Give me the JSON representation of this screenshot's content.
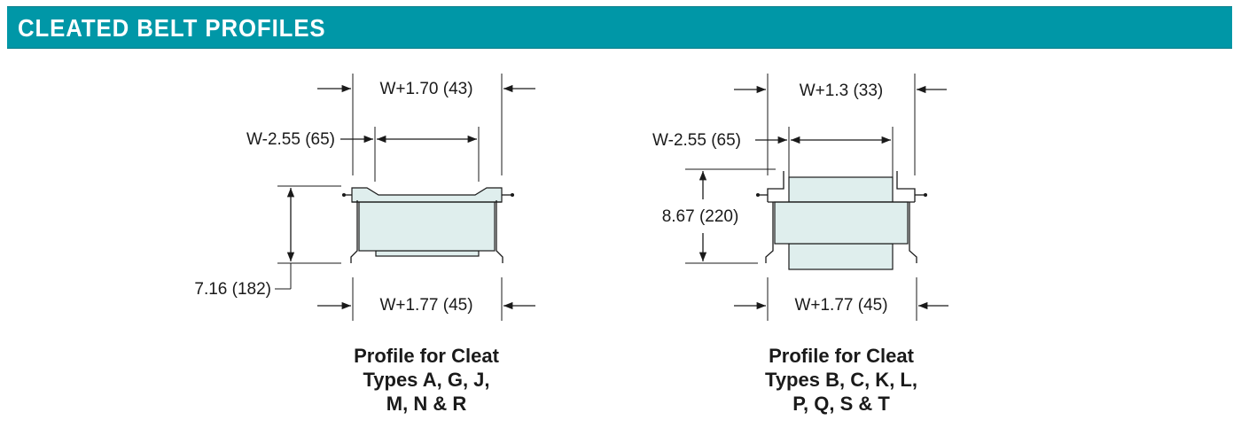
{
  "header": {
    "title": "CLEATED BELT PROFILES",
    "color": "#0097a7"
  },
  "left_profile": {
    "top_width": "W+1.70 (43)",
    "inner_width": "W-2.55 (65)",
    "height": "7.16 (182)",
    "bottom_width": "W+1.77 (45)",
    "caption": [
      "Profile for Cleat",
      "Types A, G, J,",
      "M, N & R"
    ]
  },
  "right_profile": {
    "top_width": "W+1.3 (33)",
    "inner_width": "W-2.55 (65)",
    "height": "8.67 (220)",
    "bottom_width": "W+1.77 (45)",
    "caption": [
      "Profile for Cleat",
      "Types B, C, K, L,",
      "P, Q, S & T"
    ]
  }
}
